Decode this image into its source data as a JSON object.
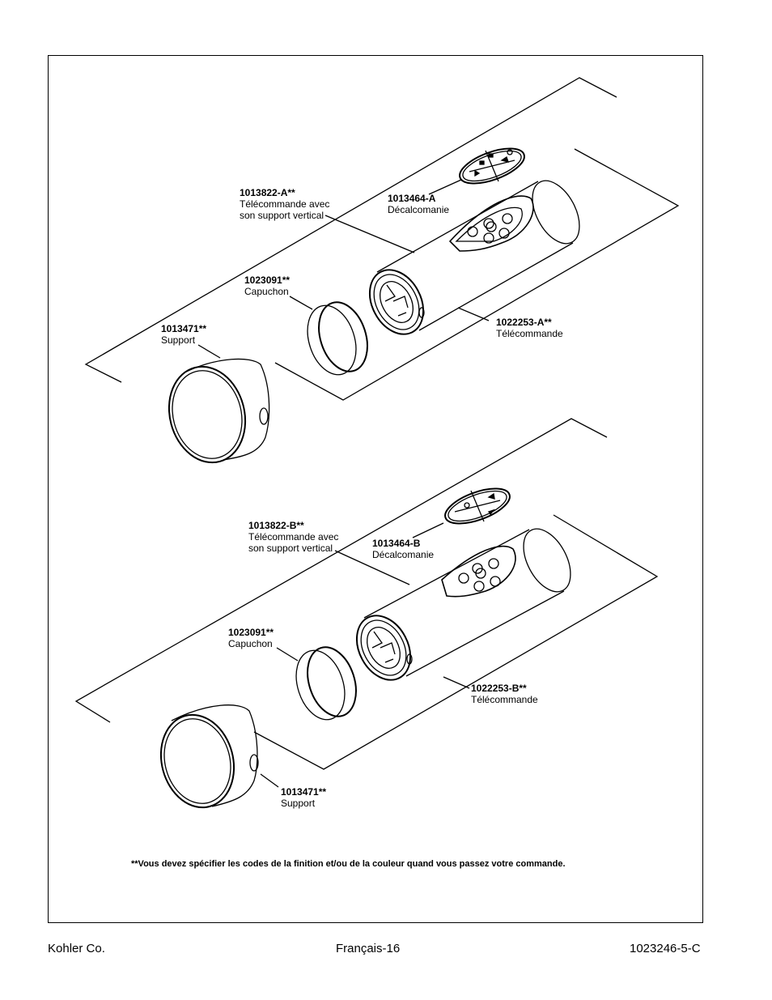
{
  "partsA": {
    "remote_holder": {
      "code": "1013822-A**",
      "desc1": "Télécommande avec",
      "desc2": "son support vertical"
    },
    "decal": {
      "code": "1013464-A",
      "desc": "Décalcomanie"
    },
    "cap": {
      "code": "1023091**",
      "desc": "Capuchon"
    },
    "support": {
      "code": "1013471**",
      "desc": "Support"
    },
    "remote": {
      "code": "1022253-A**",
      "desc": "Télécommande"
    }
  },
  "partsB": {
    "remote_holder": {
      "code": "1013822-B**",
      "desc1": "Télécommande avec",
      "desc2": "son support vertical"
    },
    "decal": {
      "code": "1013464-B",
      "desc": "Décalcomanie"
    },
    "cap": {
      "code": "1023091**",
      "desc": "Capuchon"
    },
    "support": {
      "code": "1013471**",
      "desc": "Support"
    },
    "remote": {
      "code": "1022253-B**",
      "desc": "Télécommande"
    }
  },
  "note": "**Vous devez spécifier les codes de la finition et/ou de la couleur quand vous passez votre commande.",
  "footer": {
    "left": "Kohler Co.",
    "center": "Français-16",
    "right": "1023246-5-C"
  }
}
